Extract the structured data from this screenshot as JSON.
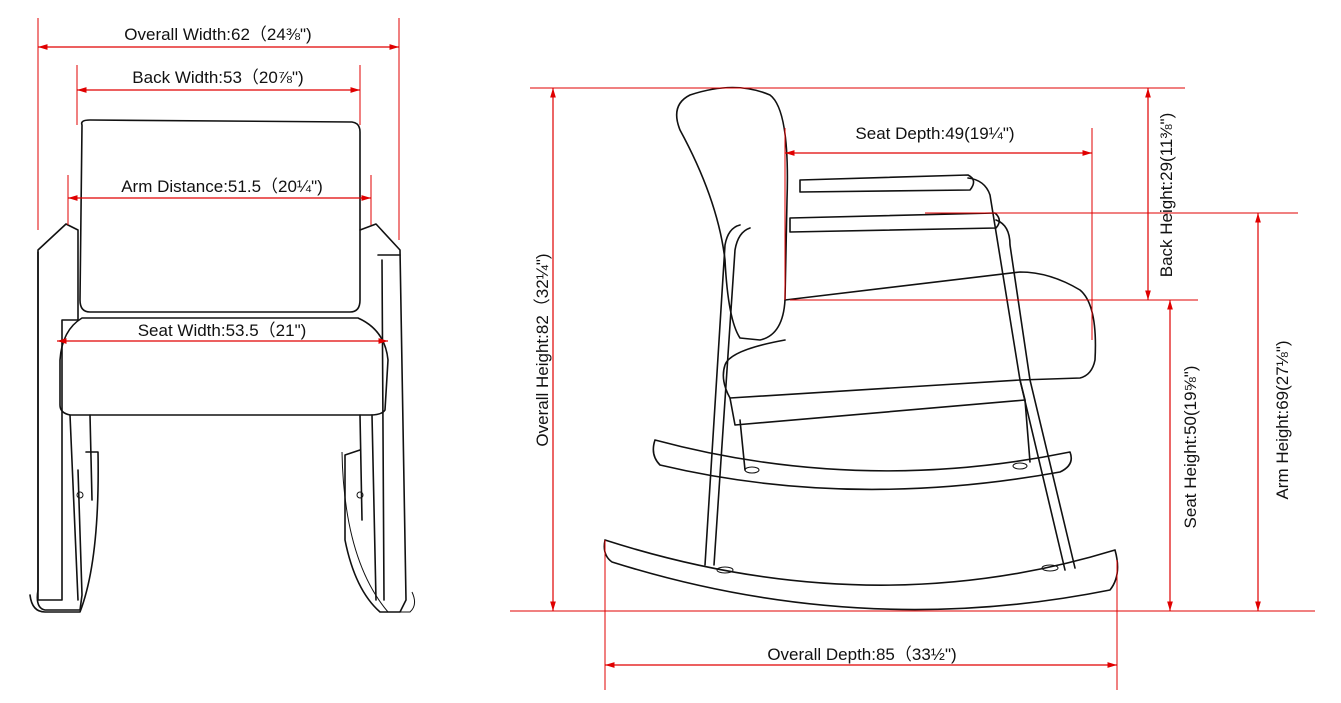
{
  "colors": {
    "dimension_line": "#e00000",
    "outline": "#111111"
  },
  "front_view": {
    "overall_width": "Overall Width:62（24⅜\")",
    "back_width": "Back Width:53（20⅞\")",
    "arm_distance": "Arm Distance:51.5（20¼\")",
    "seat_width": "Seat Width:53.5（21\")"
  },
  "side_view": {
    "seat_depth": "Seat Depth:49(19¼\")",
    "back_height": "Back Height:29(11⅜\")",
    "overall_height": "Overall Height:82（32¼\")",
    "seat_height": "Seat Height:50(19⅝\")",
    "arm_height": "Arm Height:69(27⅛\")",
    "overall_depth": "Overall Depth:85（33½\")"
  }
}
